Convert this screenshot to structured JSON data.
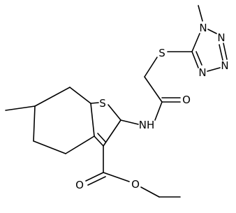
{
  "molecule": {
    "atoms": {
      "S_thiophene": "S",
      "S_thioether": "S",
      "N_amide": "NH",
      "O_amide": "O",
      "O_ester_carbonyl": "O",
      "O_ester_ether": "O",
      "N1_tetrazole": "N",
      "N2_tetrazole": "N",
      "N3_tetrazole": "N",
      "N4_tetrazole": "N"
    }
  }
}
